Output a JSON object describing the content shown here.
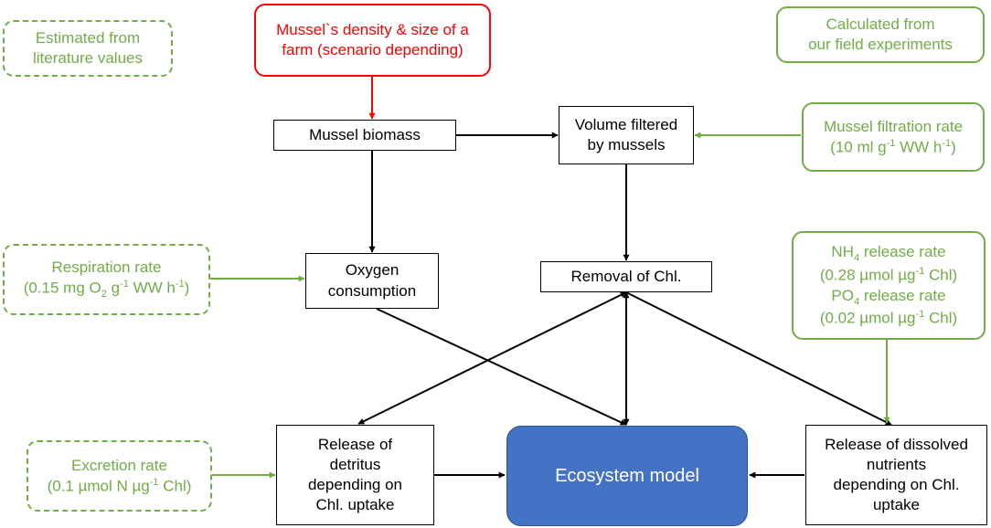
{
  "colors": {
    "green": "#70ad47",
    "red": "#ff0000",
    "ecosystem_fill": "#4472c4",
    "arrow_black": "#000000"
  },
  "nodes": {
    "literature_note": {
      "lines": [
        "Estimated from",
        "literature values"
      ]
    },
    "mussel_density": {
      "lines": [
        "Mussel`s density & size of a",
        "farm (scenario depending)"
      ]
    },
    "field_note": {
      "lines": [
        "Calculated from",
        "our field experiments"
      ]
    },
    "mussel_biomass": {
      "lines": [
        "Mussel biomass"
      ]
    },
    "volume_filtered": {
      "lines": [
        "Volume filtered",
        "by mussels"
      ]
    },
    "filtration_rate": {
      "line1": "Mussel filtration rate",
      "line2": {
        "pre": "(10 ml g",
        "sup1": "-1",
        "mid": " WW h",
        "sup2": "-1",
        "post": ")"
      }
    },
    "respiration_rate": {
      "line1": "Respiration rate",
      "line2": {
        "pre": "(0.15 mg O",
        "sub": "2",
        "mid1": " g",
        "sup1": "-1",
        "mid2": " WW h",
        "sup2": "-1",
        "post": ")"
      }
    },
    "oxygen_consumption": {
      "lines": [
        "Oxygen",
        "consumption"
      ]
    },
    "removal_chl": {
      "lines": [
        "Removal of Chl."
      ]
    },
    "nutrient_rates": {
      "nh4": {
        "pre": "NH",
        "sub": "4",
        "post": " release rate"
      },
      "nh4_value": {
        "pre": "(0.28 µmol µg",
        "sup": "-1",
        "post": " Chl)"
      },
      "po4": {
        "pre": "PO",
        "sub": "4",
        "post": " release rate"
      },
      "po4_value": {
        "pre": "(0.02 µmol µg",
        "sup": "-1",
        "post": " Chl)"
      }
    },
    "excretion_rate": {
      "line1": "Excretion rate",
      "line2": {
        "pre": "(0.1 µmol N µg",
        "sup": "-1",
        "post": " Chl)"
      }
    },
    "release_detritus": {
      "lines": [
        "Release of",
        "detritus",
        "depending on",
        "Chl. uptake"
      ]
    },
    "ecosystem_model": {
      "lines": [
        "Ecosystem model"
      ]
    },
    "release_nutrients": {
      "lines": [
        "Release of dissolved",
        "nutrients",
        "depending on Chl.",
        "uptake"
      ]
    }
  }
}
